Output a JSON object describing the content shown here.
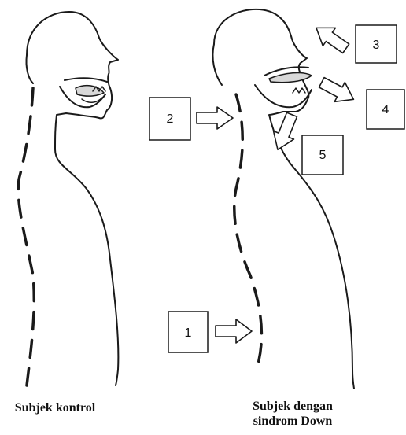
{
  "figure": {
    "callouts": [
      {
        "id": "1",
        "label": "1"
      },
      {
        "id": "2",
        "label": "2"
      },
      {
        "id": "3",
        "label": "3"
      },
      {
        "id": "4",
        "label": "4"
      },
      {
        "id": "5",
        "label": "5"
      }
    ]
  },
  "captions": {
    "control": "Subjek kontrol",
    "down_line1": "Subjek dengan",
    "down_line2": "sindrom Down"
  },
  "colors": {
    "ink": "#1a1a1a",
    "box_fill": "#ffffff",
    "arrow_fill": "#ffffff",
    "tongue_fill": "#d8d8d8"
  }
}
